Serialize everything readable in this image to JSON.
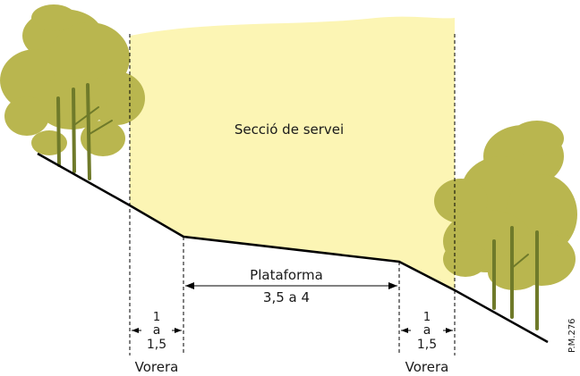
{
  "service_section": {
    "label": "Secció de servei",
    "fill": "#fcf5b4"
  },
  "platform": {
    "label": "Plataforma",
    "dimension": "3,5 a 4"
  },
  "shoulder_left": {
    "dim_top": "1",
    "dim_mid": "a",
    "dim_bottom": "1,5",
    "label": "Vorera"
  },
  "shoulder_right": {
    "dim_top": "1",
    "dim_mid": "a",
    "dim_bottom": "1,5",
    "label": "Vorera"
  },
  "figure_ref": "P.M.276",
  "colors": {
    "tree_foliage": "#b9b64f",
    "tree_trunk": "#6f7a2a",
    "ground_line": "#000000"
  },
  "icons": {
    "tree_left": "tree-cluster-icon",
    "tree_right": "tree-cluster-icon"
  }
}
